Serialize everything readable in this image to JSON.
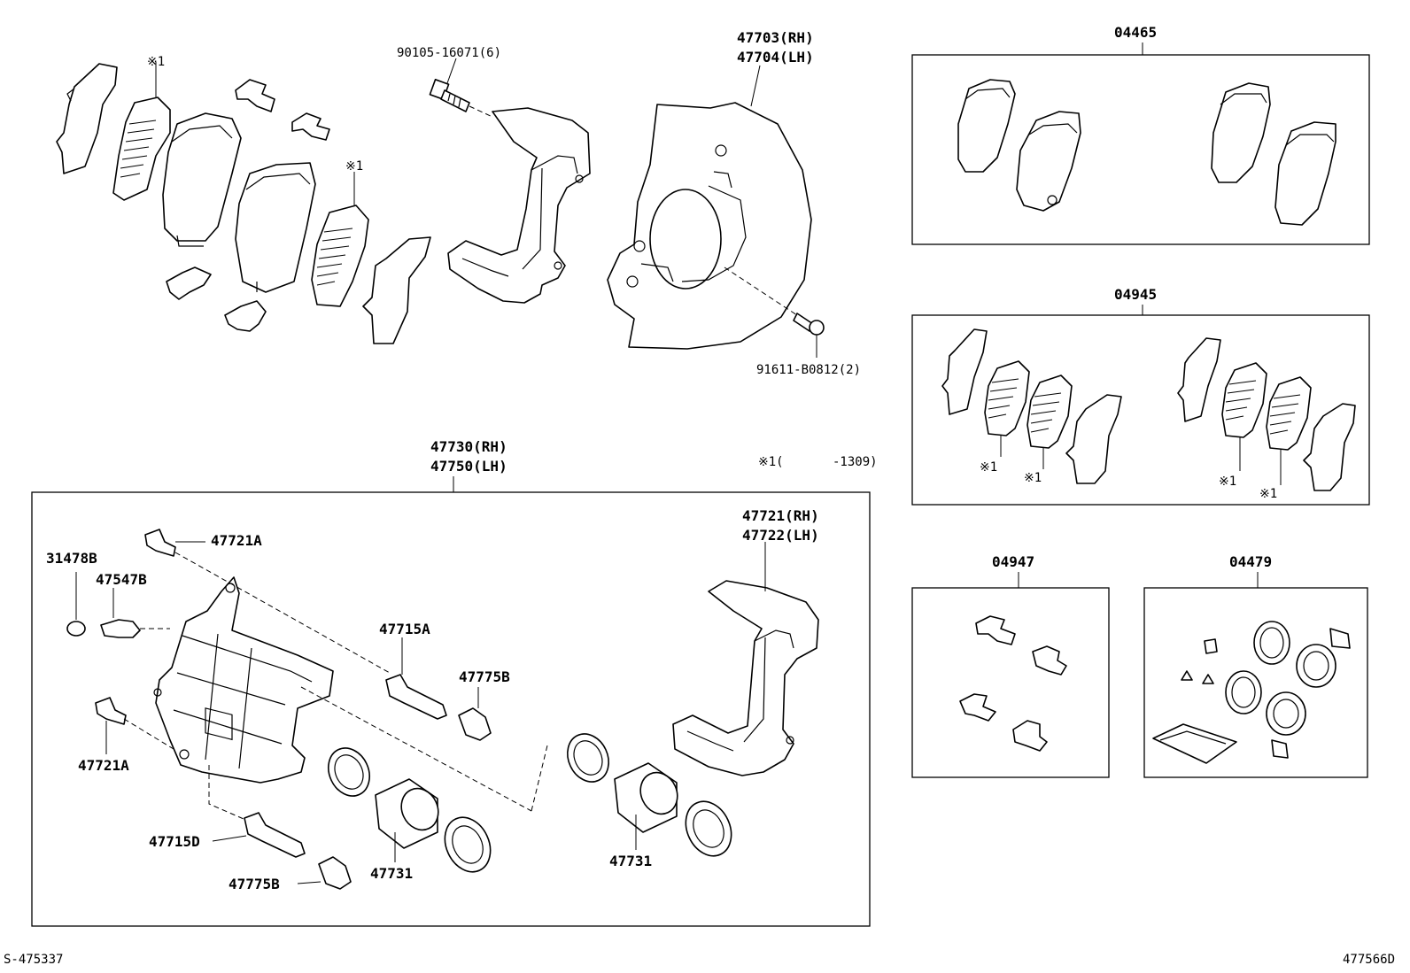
{
  "labels": {
    "bolt_top": "90105-16071(6)",
    "dust_cover_rh": "47703(RH)",
    "dust_cover_lh": "47704(LH)",
    "bolt_cover": "91611-B0812(2)",
    "shim_mark_a": "※1",
    "shim_mark_b": "※1",
    "caliper_rh": "47730(RH)",
    "caliper_lh": "47750(LH)",
    "footnote_mark": "※1(",
    "footnote_range": "-1309)",
    "bracket_rh": "47721(RH)",
    "bracket_lh": "47722(LH)",
    "p47721A_top": "47721A",
    "p31478B": "31478B",
    "p47547B": "47547B",
    "p47715A": "47715A",
    "p47775B_right": "47775B",
    "p47721A_bottom": "47721A",
    "p47715D": "47715D",
    "p47775B_bottom": "47775B",
    "p47731_left": "47731",
    "p47731_right": "47731"
  },
  "kits": {
    "pad_kit": "04465",
    "shim_kit": "04945",
    "shim_kit_marks": [
      "※1",
      "※1",
      "※1",
      "※1"
    ],
    "clip_kit": "04947",
    "seal_kit": "04479"
  },
  "footer": {
    "left_code": "S-475337",
    "right_code": "477566D"
  }
}
